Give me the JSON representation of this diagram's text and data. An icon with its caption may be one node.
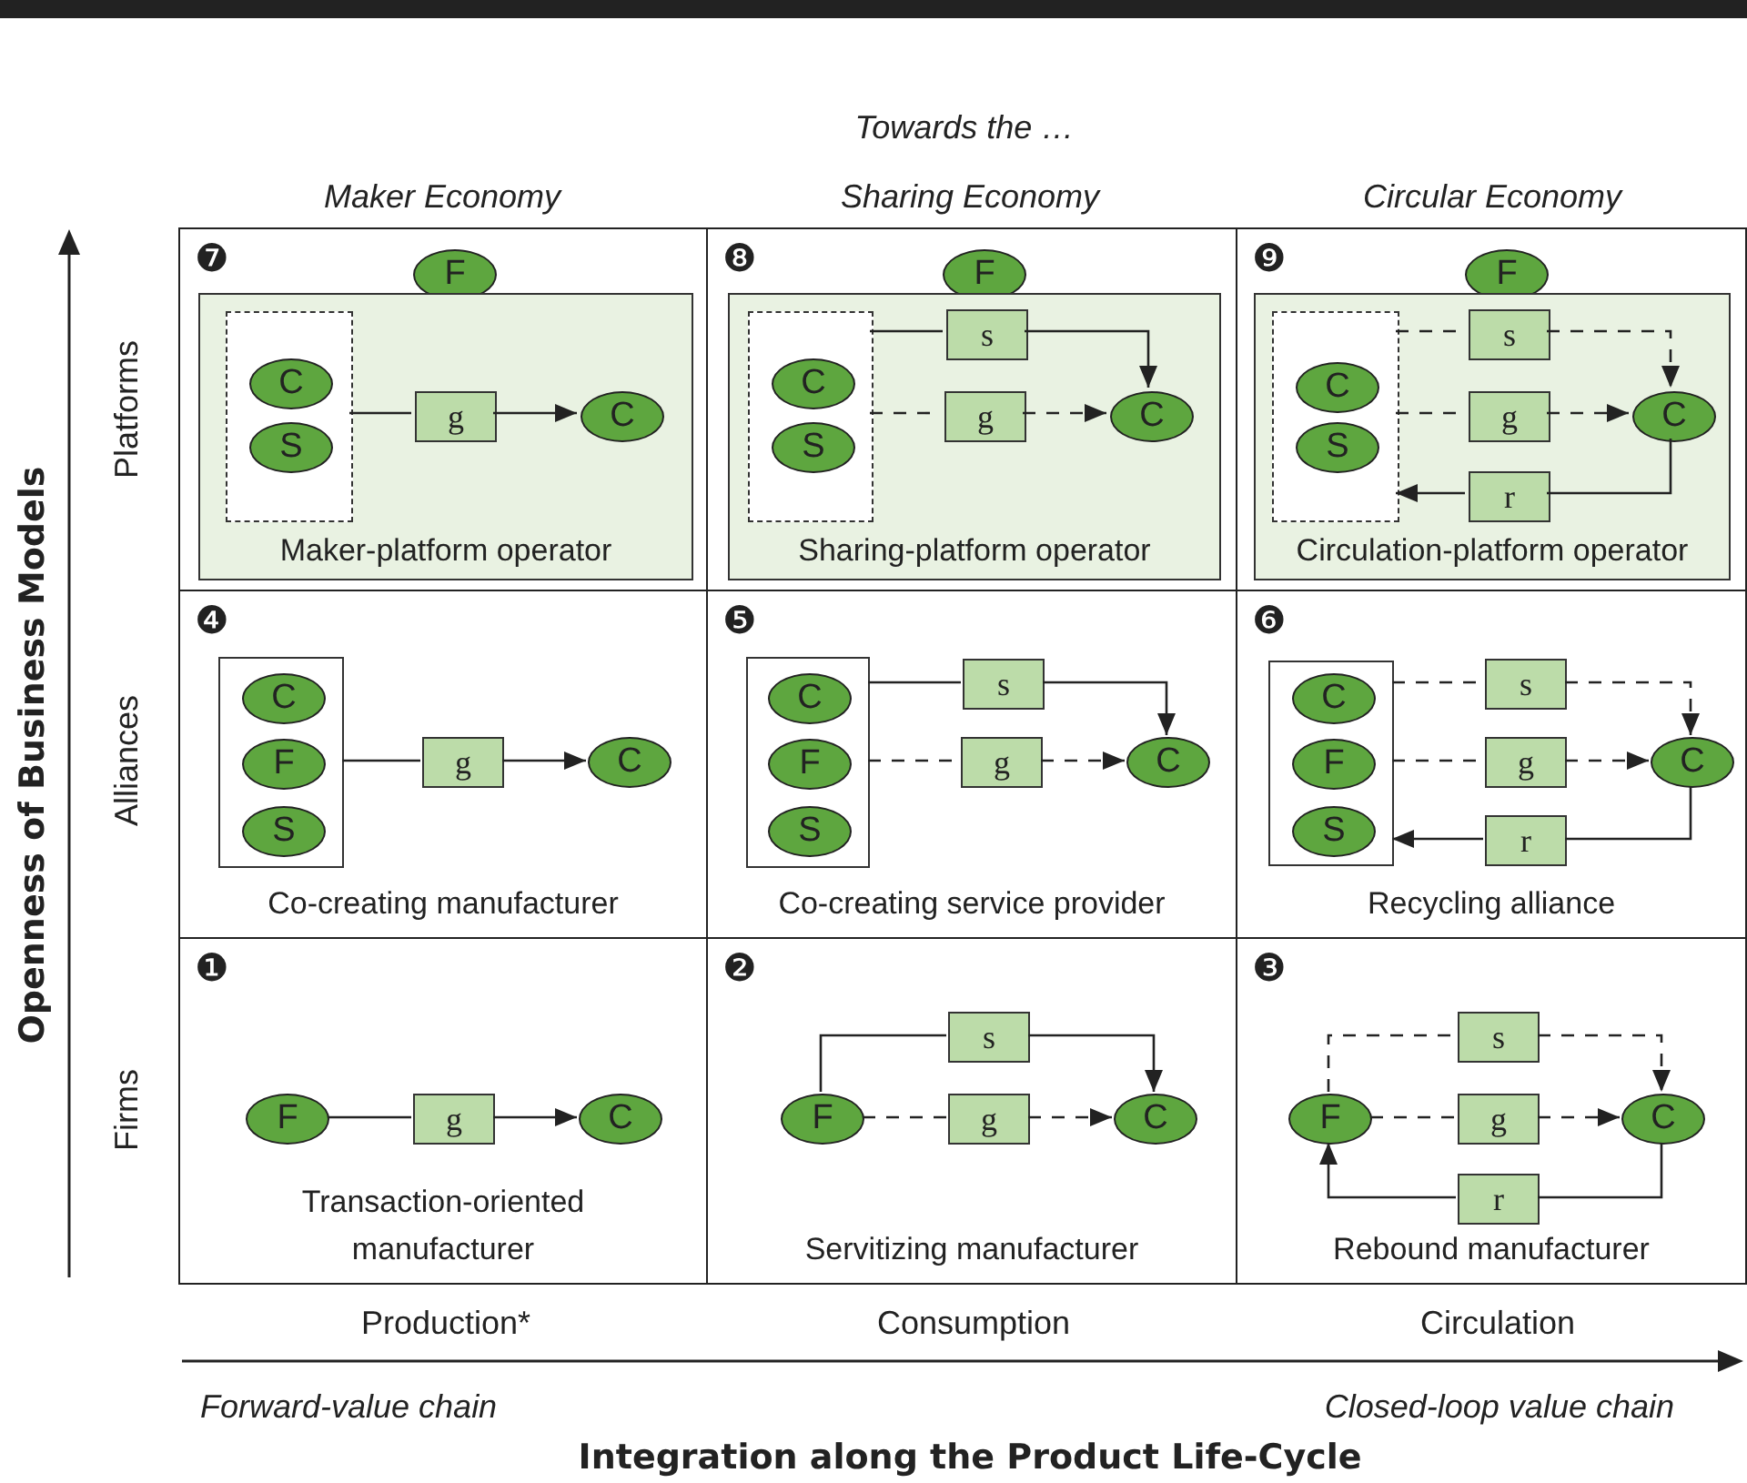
{
  "diagram": {
    "nodes": [
      {
        "text": [
          "❼"
        ]
      },
      {
        "text": [
          "F"
        ],
        "in": 0
      },
      {
        "text": [
          "Maker-platform operator"
        ],
        "in": 0
      },
      {
        "text": [],
        "shape": "box",
        "in": 2
      },
      {
        "text": [
          "C"
        ],
        "in": 3
      },
      {
        "text": [
          "S"
        ],
        "in": 3
      },
      {
        "text": [
          "g"
        ],
        "in": 2
      },
      {
        "text": [
          "C"
        ],
        "in": 2
      },
      {
        "text": [
          "❽"
        ]
      },
      {
        "text": [
          "F"
        ],
        "in": 8
      },
      {
        "text": [
          "Sharing-platform operator"
        ],
        "in": 8
      },
      {
        "text": [],
        "shape": "box",
        "in": 10
      },
      {
        "text": [
          "C"
        ],
        "in": 11
      },
      {
        "text": [
          "S"
        ],
        "in": 11
      },
      {
        "text": [
          "s"
        ],
        "in": 10
      },
      {
        "text": [
          "g"
        ],
        "in": 10
      },
      {
        "text": [
          "C"
        ],
        "in": 10
      },
      {
        "text": [
          "❾"
        ]
      },
      {
        "text": [
          "F"
        ],
        "in": 17
      },
      {
        "text": [
          "Circulation-platform operator"
        ],
        "in": 17
      },
      {
        "text": [],
        "shape": "box",
        "in": 19
      },
      {
        "text": [
          "C"
        ],
        "in": 20
      },
      {
        "text": [
          "S"
        ],
        "in": 20
      },
      {
        "text": [
          "s"
        ],
        "in": 19
      },
      {
        "text": [
          "g"
        ],
        "in": 19
      },
      {
        "text": [
          "C"
        ],
        "in": 19
      },
      {
        "text": [
          "r"
        ],
        "in": 19
      },
      {
        "text": [
          "❹",
          "Co-creating manufacturer"
        ]
      },
      {
        "text": [],
        "shape": "box",
        "in": 27
      },
      {
        "text": [
          "C"
        ],
        "in": 28
      },
      {
        "text": [
          "F"
        ],
        "in": 28
      },
      {
        "text": [
          "S"
        ],
        "in": 28
      },
      {
        "text": [
          "g"
        ],
        "in": 27
      },
      {
        "text": [
          "C"
        ],
        "in": 27
      },
      {
        "text": [
          "❺",
          "Co-creating service provider"
        ]
      },
      {
        "text": [],
        "shape": "box",
        "in": 34
      },
      {
        "text": [
          "C"
        ],
        "in": 35
      },
      {
        "text": [
          "F"
        ],
        "in": 35
      },
      {
        "text": [
          "S"
        ],
        "in": 35
      },
      {
        "text": [
          "s"
        ],
        "in": 34
      },
      {
        "text": [
          "g"
        ],
        "in": 34
      },
      {
        "text": [
          "C"
        ],
        "in": 34
      },
      {
        "text": [
          "❻",
          "Recycling alliance"
        ]
      },
      {
        "text": [],
        "shape": "box",
        "in": 42
      },
      {
        "text": [
          "C"
        ],
        "in": 43
      },
      {
        "text": [
          "F"
        ],
        "in": 43
      },
      {
        "text": [
          "S"
        ],
        "in": 43
      },
      {
        "text": [
          "s"
        ],
        "in": 42
      },
      {
        "text": [
          "g"
        ],
        "in": 42
      },
      {
        "text": [
          "C"
        ],
        "in": 42
      },
      {
        "text": [
          "r"
        ],
        "in": 42
      },
      {
        "text": [
          "❶",
          "Transaction-oriented manufacturer"
        ]
      },
      {
        "text": [
          "F"
        ],
        "in": 51
      },
      {
        "text": [
          "g"
        ],
        "in": 51
      },
      {
        "text": [
          "C"
        ],
        "in": 51
      },
      {
        "text": [
          "❷",
          "Servitizing manufacturer"
        ]
      },
      {
        "text": [
          "F"
        ],
        "in": 55
      },
      {
        "text": [
          "s"
        ],
        "in": 55
      },
      {
        "text": [
          "g"
        ],
        "in": 55
      },
      {
        "text": [
          "C"
        ],
        "in": 55
      },
      {
        "text": [
          "❸",
          "Rebound manufacturer"
        ]
      },
      {
        "text": [
          "F"
        ],
        "in": 60
      },
      {
        "text": [
          "s"
        ],
        "in": 60
      },
      {
        "text": [
          "g"
        ],
        "in": 60
      },
      {
        "text": [
          "C"
        ],
        "in": 60
      },
      {
        "text": [
          "r"
        ],
        "in": 60
      }
    ],
    "edges": [
      {
        "from": 3,
        "to": 6,
        "arrow": "none"
      },
      {
        "from": 6,
        "to": 7,
        "arrow": "to"
      },
      {
        "from": 11,
        "to": 14,
        "arrow": "none"
      },
      {
        "from": 14,
        "to": 16,
        "arrow": "to"
      },
      {
        "from": 11,
        "to": 15,
        "arrow": "none",
        "style": "dashed"
      },
      {
        "from": 15,
        "to": 16,
        "arrow": "to",
        "style": "dashed"
      },
      {
        "from": 20,
        "to": 23,
        "arrow": "none",
        "style": "dashed"
      },
      {
        "from": 23,
        "to": 25,
        "arrow": "to",
        "style": "dashed"
      },
      {
        "from": 20,
        "to": 24,
        "arrow": "none",
        "style": "dashed"
      },
      {
        "from": 24,
        "to": 25,
        "arrow": "to",
        "style": "dashed"
      },
      {
        "from": 25,
        "to": 26,
        "arrow": "none"
      },
      {
        "from": 26,
        "to": 20,
        "arrow": "to"
      },
      {
        "from": 28,
        "to": 32,
        "arrow": "none"
      },
      {
        "from": 32,
        "to": 33,
        "arrow": "to"
      },
      {
        "from": 35,
        "to": 39,
        "arrow": "none"
      },
      {
        "from": 39,
        "to": 41,
        "arrow": "to"
      },
      {
        "from": 35,
        "to": 40,
        "arrow": "none",
        "style": "dashed"
      },
      {
        "from": 40,
        "to": 41,
        "arrow": "to",
        "style": "dashed"
      },
      {
        "from": 43,
        "to": 47,
        "arrow": "none",
        "style": "dashed"
      },
      {
        "from": 47,
        "to": 49,
        "arrow": "to",
        "style": "dashed"
      },
      {
        "from": 43,
        "to": 48,
        "arrow": "none",
        "style": "dashed"
      },
      {
        "from": 48,
        "to": 49,
        "arrow": "to",
        "style": "dashed"
      },
      {
        "from": 49,
        "to": 50,
        "arrow": "none"
      },
      {
        "from": 50,
        "to": 43,
        "arrow": "to"
      },
      {
        "from": 52,
        "to": 53,
        "arrow": "none"
      },
      {
        "from": 53,
        "to": 54,
        "arrow": "to"
      },
      {
        "from": 56,
        "to": 57,
        "arrow": "none"
      },
      {
        "from": 57,
        "to": 59,
        "arrow": "to"
      },
      {
        "from": 56,
        "to": 58,
        "arrow": "none",
        "style": "dashed"
      },
      {
        "from": 58,
        "to": 59,
        "arrow": "to",
        "style": "dashed"
      },
      {
        "from": 61,
        "to": 62,
        "arrow": "none",
        "style": "dashed"
      },
      {
        "from": 62,
        "to": 64,
        "arrow": "to",
        "style": "dashed"
      },
      {
        "from": 61,
        "to": 63,
        "arrow": "none",
        "style": "dashed"
      },
      {
        "from": 63,
        "to": 64,
        "arrow": "to",
        "style": "dashed"
      },
      {
        "from": 64,
        "to": 65,
        "arrow": "none"
      },
      {
        "from": 65,
        "to": 61,
        "arrow": "to"
      }
    ],
    "labels": [
      "Towards the …",
      "Maker Economy",
      "Sharing Economy",
      "Circular Economy",
      "Openness of Business Models",
      "Platforms",
      "Alliances",
      "Firms",
      "Production*",
      "Consumption",
      "Circulation",
      "Forward-value chain",
      "Closed-loop value chain",
      "Integration along the Product Life-Cycle"
    ]
  }
}
